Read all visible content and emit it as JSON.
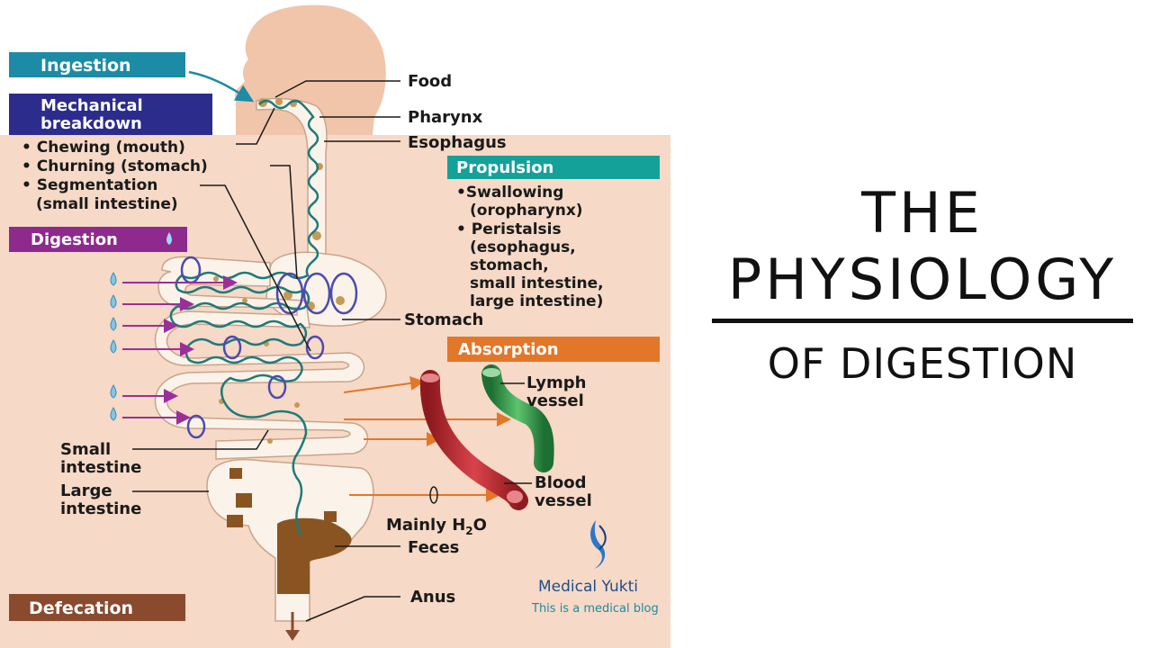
{
  "title": {
    "line1": "THE",
    "line2": "PHYSIOLOGY",
    "line3": "OF DIGESTION"
  },
  "diagram": {
    "process_boxes": {
      "ingestion": "Ingestion",
      "mechanical_breakdown_1": "Mechanical",
      "mechanical_breakdown_2": "breakdown",
      "digestion": "Digestion",
      "propulsion": "Propulsion",
      "absorption": "Absorption",
      "defecation": "Defecation"
    },
    "mechanical_list": {
      "item1": "• Chewing (mouth)",
      "item2": "• Churning (stomach)",
      "item3": "• Segmentation",
      "item3b": "(small intestine)"
    },
    "propulsion_list": {
      "line1": "•Swallowing",
      "line2": "(oropharynx)",
      "line3": "• Peristalsis",
      "line4": "(esophagus,",
      "line5": "stomach,",
      "line6": "small intestine,",
      "line7": "large intestine)"
    },
    "organ_labels": {
      "food": "Food",
      "pharynx": "Pharynx",
      "esophagus": "Esophagus",
      "stomach": "Stomach",
      "lymph_1": "Lymph",
      "lymph_2": "vessel",
      "blood_1": "Blood",
      "blood_2": "vessel",
      "small_int_1": "Small",
      "small_int_2": "intestine",
      "large_int_1": "Large",
      "large_int_2": "intestine",
      "water_a": "Mainly H",
      "water_sub": "2",
      "water_b": "O",
      "feces": "Feces",
      "anus": "Anus"
    },
    "watermark": {
      "name": "Medical Yukti",
      "tagline": "This is a medical blog"
    },
    "colors": {
      "ingestion_box": "#1c8ba6",
      "mechanical_box": "#2c2c8c",
      "digestion_box": "#8e2a8e",
      "propulsion_box": "#14a19a",
      "absorption_box": "#e2772a",
      "defecation_box": "#8a4a2e",
      "background": "#f6d9c6",
      "tract_fill": "#fbf3ea",
      "wave": "#1f7a78",
      "blood_vessel": "#c0262c",
      "lymph_vessel": "#2e9a45",
      "feces": "#8a5422"
    }
  }
}
